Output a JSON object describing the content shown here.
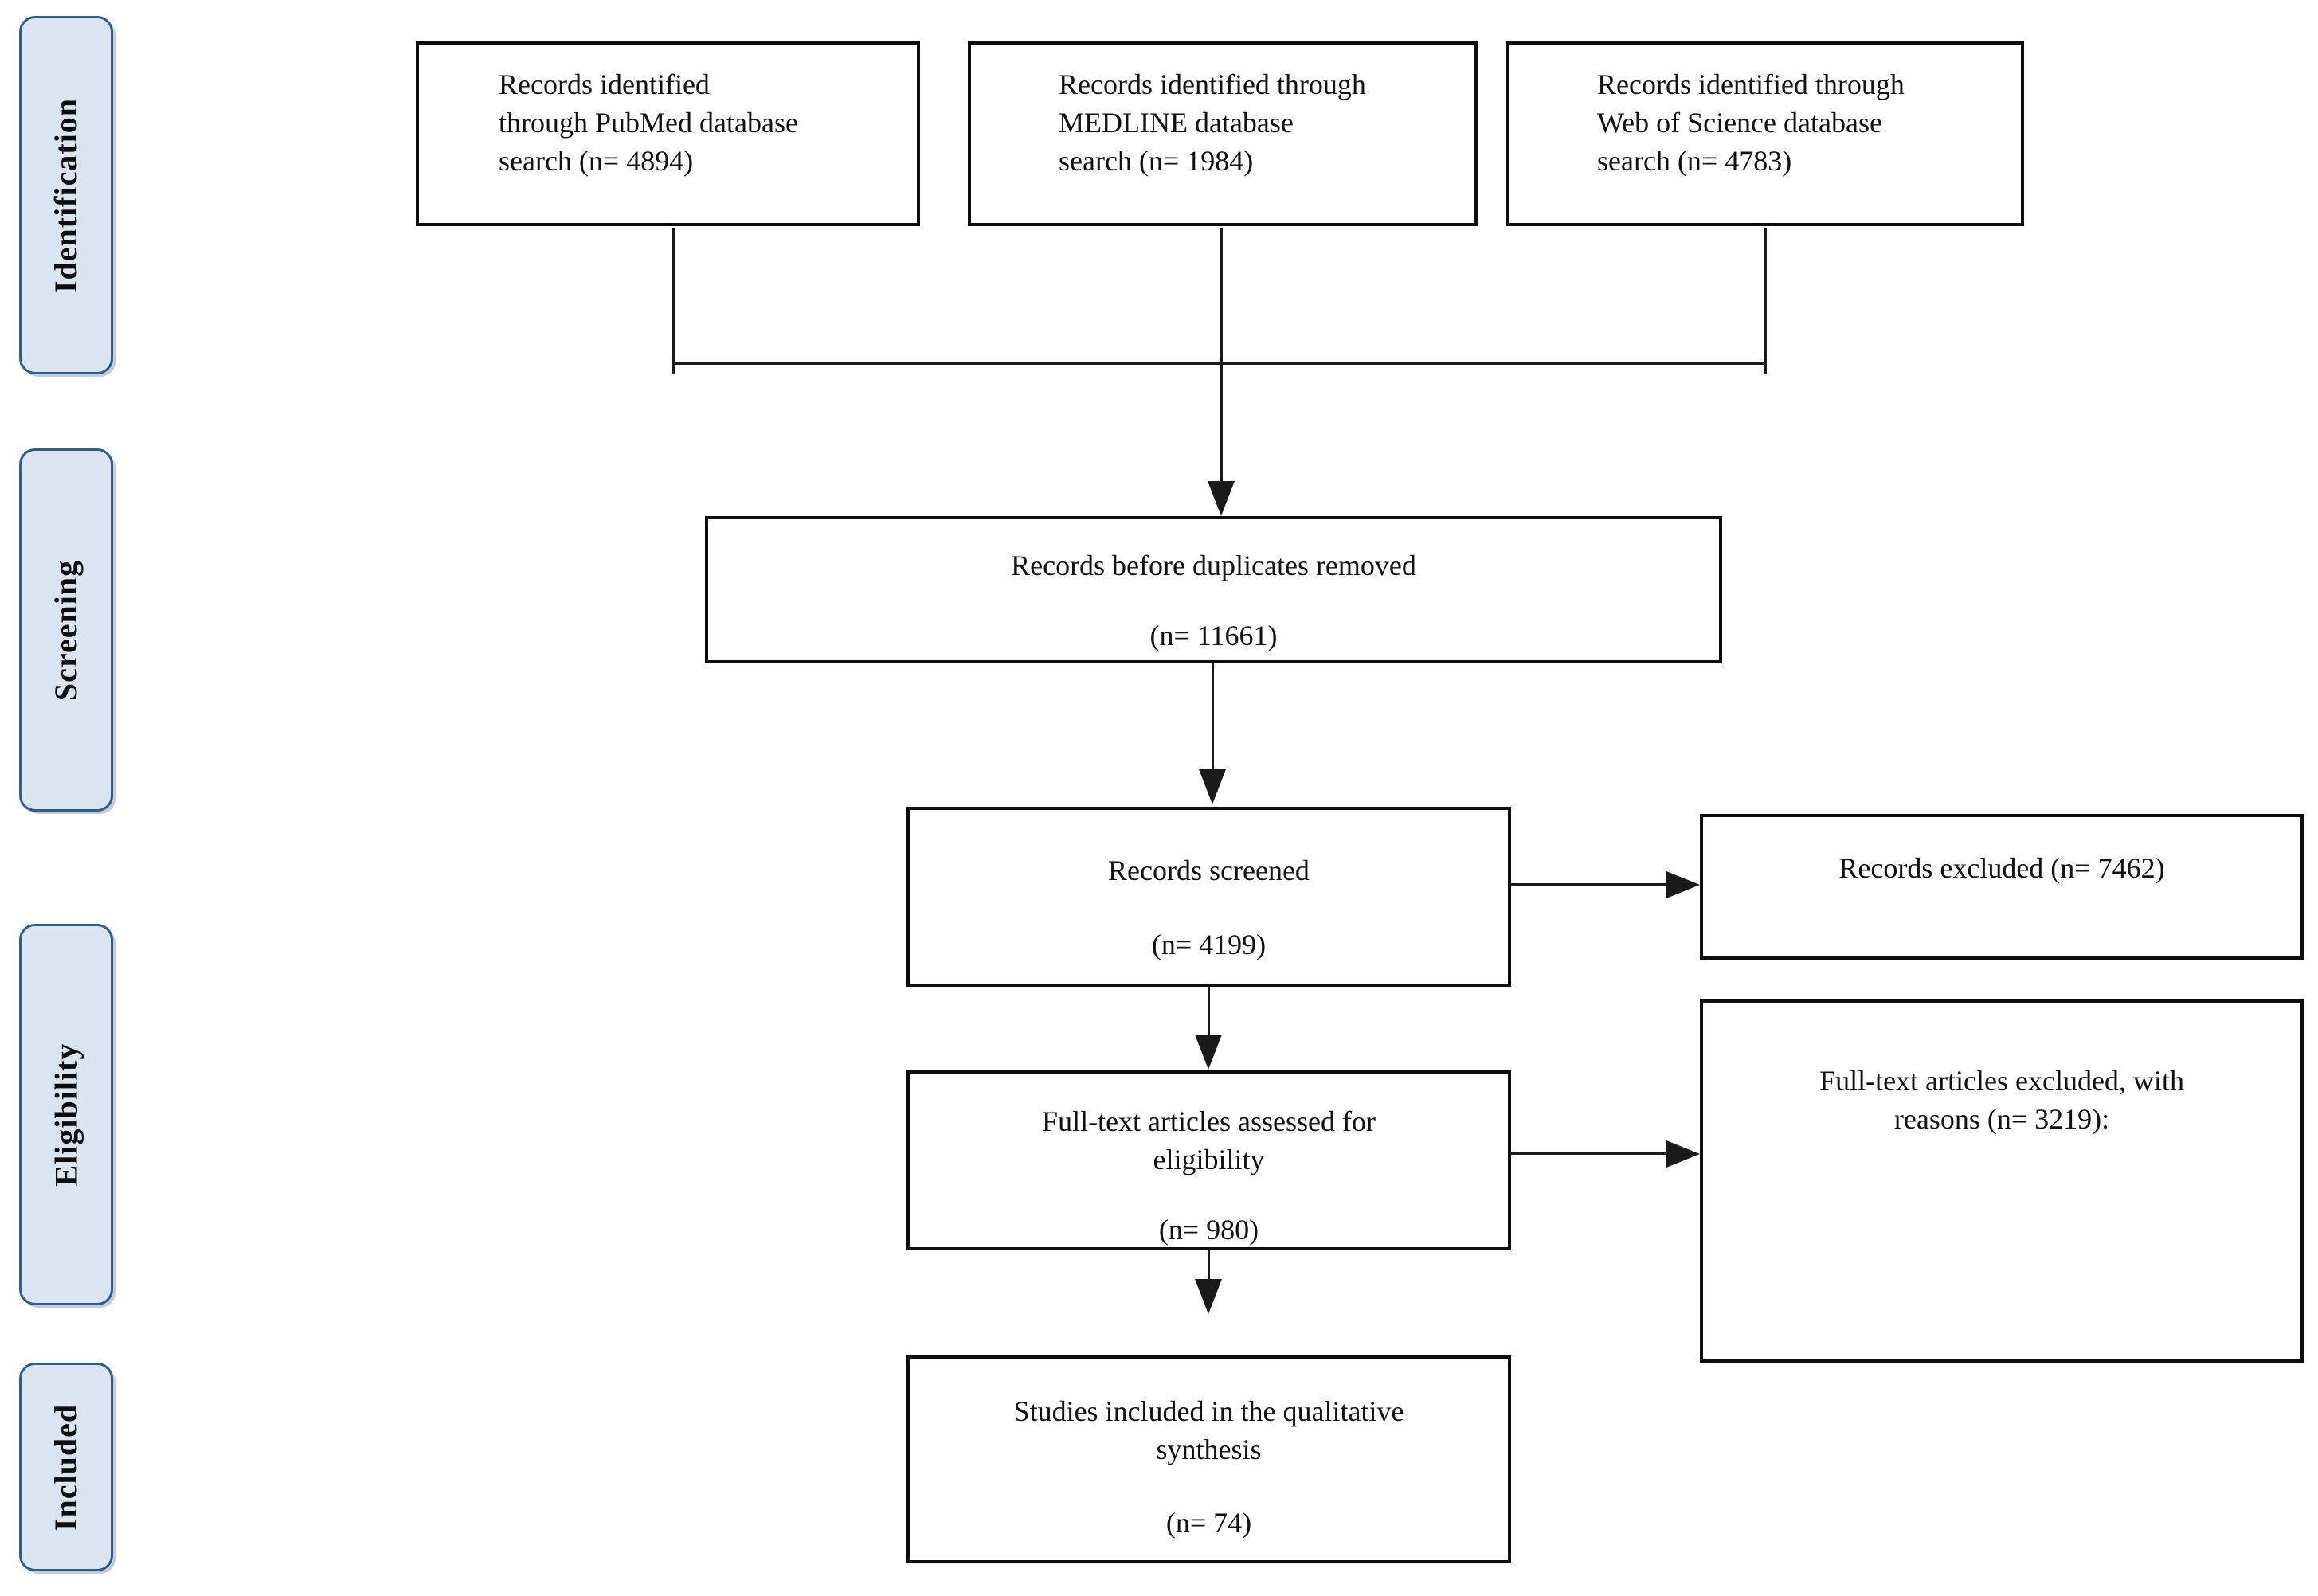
{
  "colors": {
    "background": "#ffffff",
    "pill_fill": "#dbe5f1",
    "pill_border": "#2f5b8f",
    "box_border": "#0d0d0d",
    "line_color": "#1a1a1a"
  },
  "sidebar": {
    "identification": "Identification",
    "screening": "Screening",
    "eligibility": "Eligibility",
    "included": "Included"
  },
  "boxes": {
    "pubmed": {
      "lines": [
        "Records identified",
        "through PubMed database",
        "search (n= 4894)"
      ]
    },
    "medline": {
      "lines": [
        "Records identified through",
        "MEDLINE database",
        "search (n= 1984)"
      ]
    },
    "web_of_science": {
      "lines": [
        "Records identified through",
        "Web of Science database",
        "search (n= 4783)"
      ]
    },
    "before_duplicates": {
      "title": "Records before duplicates removed",
      "count": "(n= 11661)"
    },
    "screened": {
      "title": "Records screened",
      "count": "(n= 4199)"
    },
    "records_excluded": {
      "title": "Records excluded (n= 7462)"
    },
    "fulltext_assessed": {
      "line1": "Full-text articles assessed for",
      "line2": "eligibility",
      "count": "(n= 980)"
    },
    "fulltext_excluded": {
      "line1": "Full-text articles excluded, with",
      "line2": "reasons (n= 3219):"
    },
    "studies_included": {
      "line1": "Studies included in the qualitative",
      "line2": "synthesis",
      "count": "(n= 74)"
    }
  }
}
